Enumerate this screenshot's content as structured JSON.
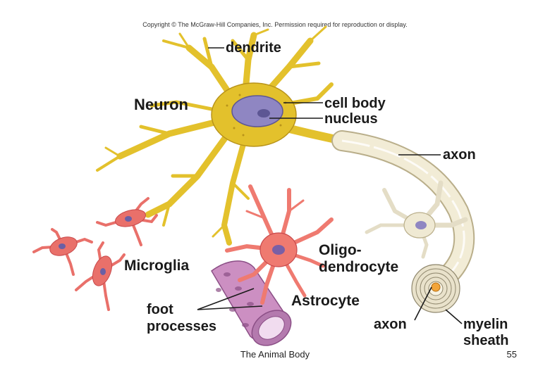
{
  "copyright": "Copyright © The McGraw-Hill Companies, Inc. Permission required for reproduction or display.",
  "labels": {
    "dendrite": "dendrite",
    "neuron": "Neuron",
    "cell_body": "cell body",
    "nucleus": "nucleus",
    "axon_top": "axon",
    "oligo_line1": "Oligo-",
    "oligo_line2": "dendrocyte",
    "microglia": "Microglia",
    "astrocyte": "Astrocyte",
    "foot_line1": "foot",
    "foot_line2": "processes",
    "axon_bottom": "axon",
    "myelin_line1": "myelin",
    "myelin_line2": "sheath"
  },
  "footer": {
    "title": "The Animal Body",
    "page_number": "55"
  },
  "colors": {
    "neuron": "#e3c12c",
    "neuron_dark": "#b8931a",
    "nucleus": "#8f86c2",
    "glia": "#e9706a",
    "glia_dark": "#c8484a",
    "capillary": "#cc8fc2",
    "myelin": "#f2ecd6",
    "myelin_edge": "#b9ae8a"
  }
}
